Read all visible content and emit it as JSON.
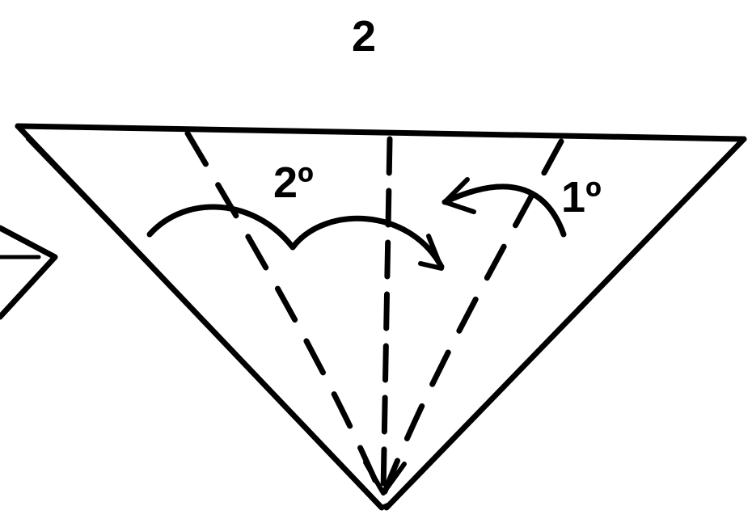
{
  "step": {
    "number": "2"
  },
  "fold_labels": {
    "second": "2º",
    "first": "1º"
  },
  "colors": {
    "ink": "#000000",
    "paper": "#ffffff"
  }
}
